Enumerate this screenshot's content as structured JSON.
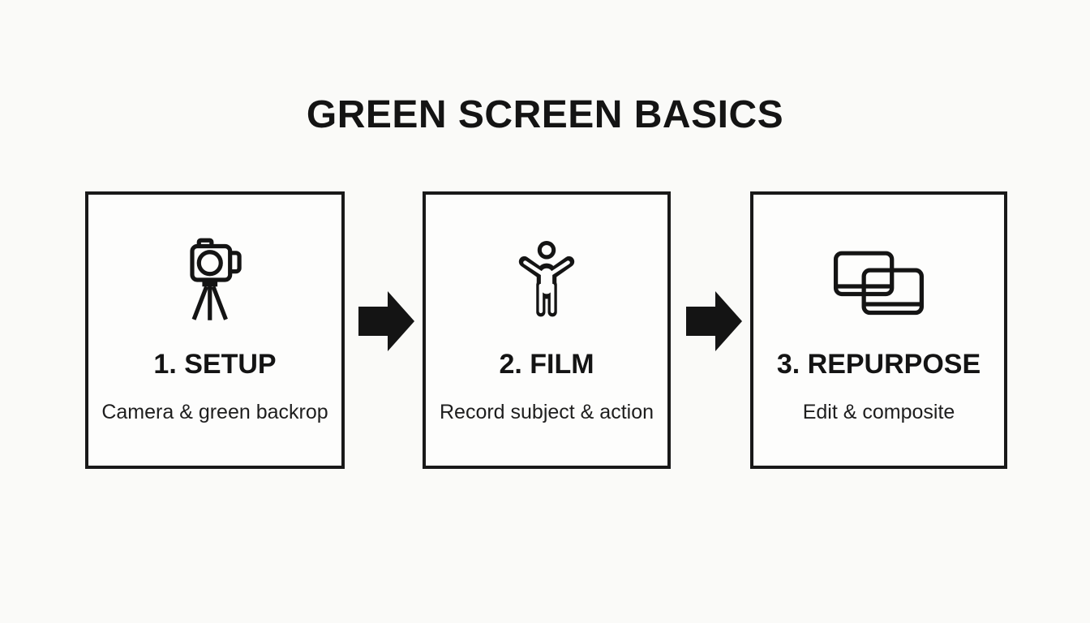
{
  "title": "GREEN SCREEN BASICS",
  "steps": [
    {
      "label": "1. SETUP",
      "description": "Camera & green backrop",
      "icon": "camera-on-tripod-icon"
    },
    {
      "label": "2. FILM",
      "description": "Record subject & action",
      "icon": "person-arms-raised-icon"
    },
    {
      "label": "3. REPURPOSE",
      "description": "Edit & composite",
      "icon": "overlapping-screens-icon"
    }
  ],
  "colors": {
    "ink": "#141414",
    "background": "#fafaf8",
    "box_background": "#fdfdfc",
    "border": "#191919"
  }
}
